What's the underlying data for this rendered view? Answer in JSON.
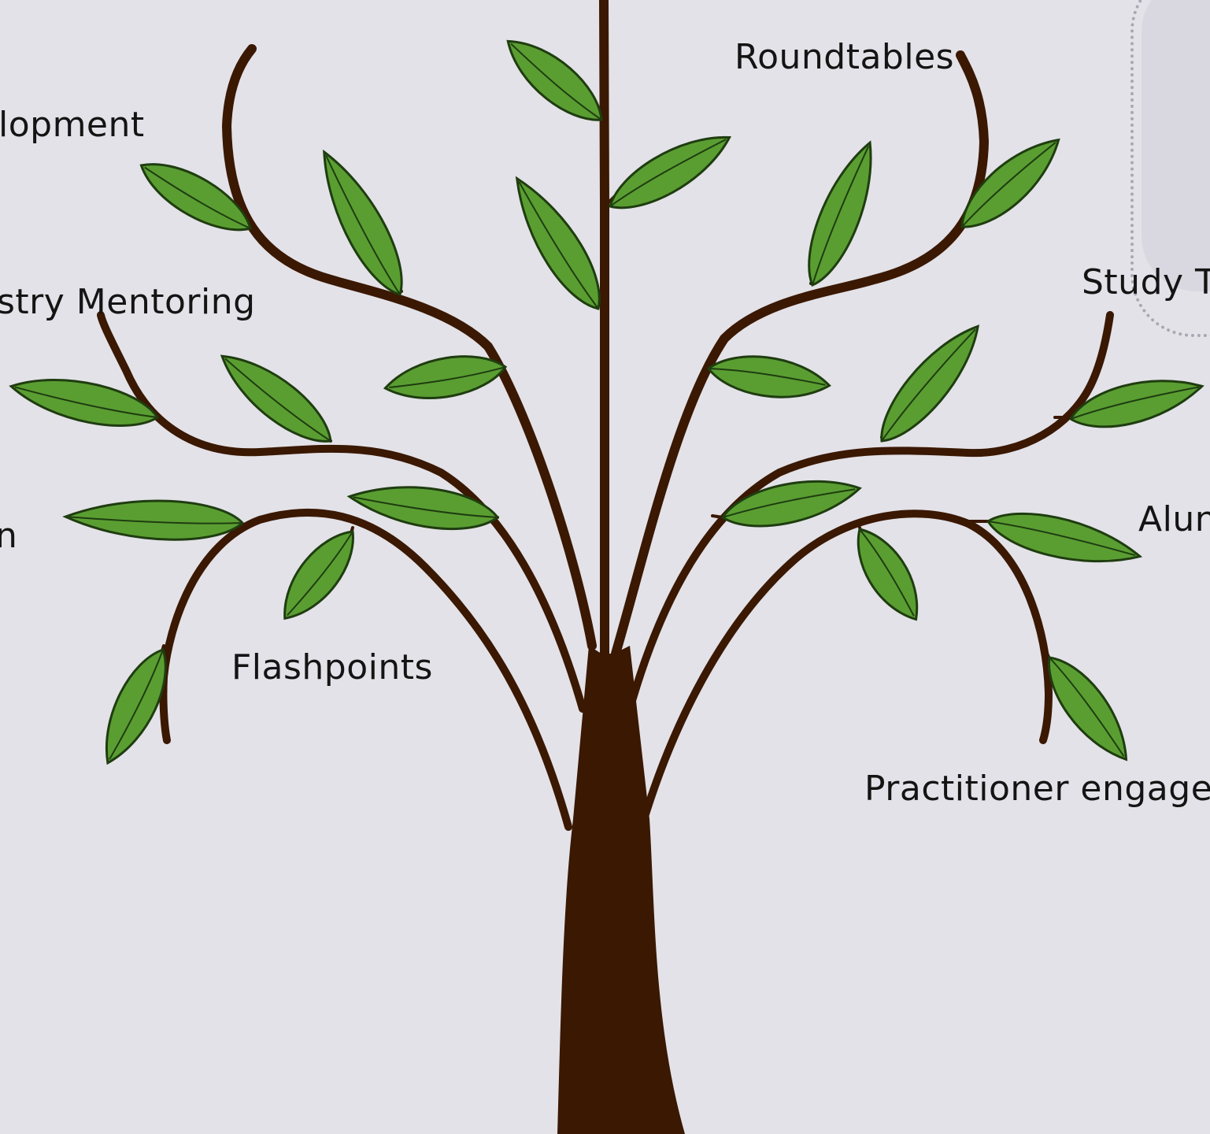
{
  "labels": {
    "roundtables": "Roundtables",
    "development": "lopment",
    "mentoring": "stry Mentoring",
    "left_partial": "n",
    "flashpoints": "Flashpoints",
    "study": "Study T",
    "alumni": "Alun",
    "practitioner": "Practitioner engager"
  },
  "colors": {
    "background": "#e3e2e8",
    "trunk": "#3a1802",
    "leaf_fill": "#5a9e32",
    "leaf_stroke": "#1f3d10",
    "text": "#141414"
  }
}
